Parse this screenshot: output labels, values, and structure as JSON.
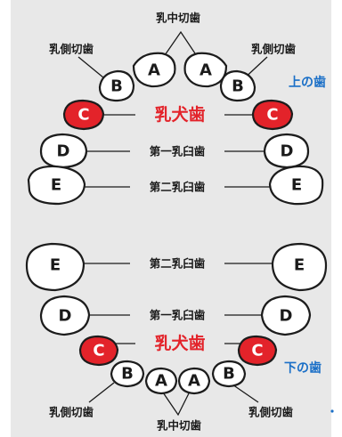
{
  "background_color": "#e8e8e8",
  "accent_red": "#e3232a",
  "accent_blue": "#1a6fc7",
  "upper": {
    "title": "上の歯",
    "central_incisor_label": "乳中切歯",
    "lateral_incisor_label_left": "乳側切歯",
    "lateral_incisor_label_right": "乳側切歯",
    "canine_label": "乳犬歯",
    "first_molar_label": "第一乳臼歯",
    "second_molar_label": "第二乳臼歯",
    "teeth": {
      "A_left": "A",
      "A_right": "A",
      "B_left": "B",
      "B_right": "B",
      "C_left": "C",
      "C_right": "C",
      "D_left": "D",
      "D_right": "D",
      "E_left": "E",
      "E_right": "E"
    }
  },
  "lower": {
    "title": "下の歯",
    "central_incisor_label": "乳中切歯",
    "lateral_incisor_label_left": "乳側切歯",
    "lateral_incisor_label_right": "乳側切歯",
    "canine_label": "乳犬歯",
    "first_molar_label": "第一乳臼歯",
    "second_molar_label": "第二乳臼歯",
    "teeth": {
      "A_left": "A",
      "A_right": "A",
      "B_left": "B",
      "B_right": "B",
      "C_left": "C",
      "C_right": "C",
      "D_left": "D",
      "D_right": "D",
      "E_left": "E",
      "E_right": "E"
    }
  }
}
